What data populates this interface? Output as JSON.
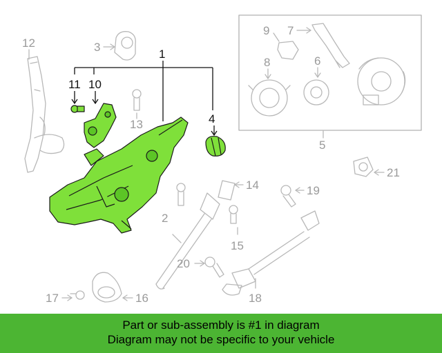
{
  "colors": {
    "highlight": "#7fe03a",
    "banner": "#4cb533",
    "faded": "#9a9a9a",
    "active": "#111111"
  },
  "callouts": {
    "c1": "1",
    "c2": "2",
    "c3": "3",
    "c4": "4",
    "c5": "5",
    "c6": "6",
    "c7": "7",
    "c8": "8",
    "c9": "9",
    "c10": "10",
    "c11": "11",
    "c12": "12",
    "c13": "13",
    "c14": "14",
    "c15": "15",
    "c16": "16",
    "c17": "17",
    "c18": "18",
    "c19": "19",
    "c20": "20",
    "c21": "21"
  },
  "banner": {
    "line1": "Part or sub-assembly is #1 in diagram",
    "line2": "Diagram may not be specific to your vehicle"
  }
}
